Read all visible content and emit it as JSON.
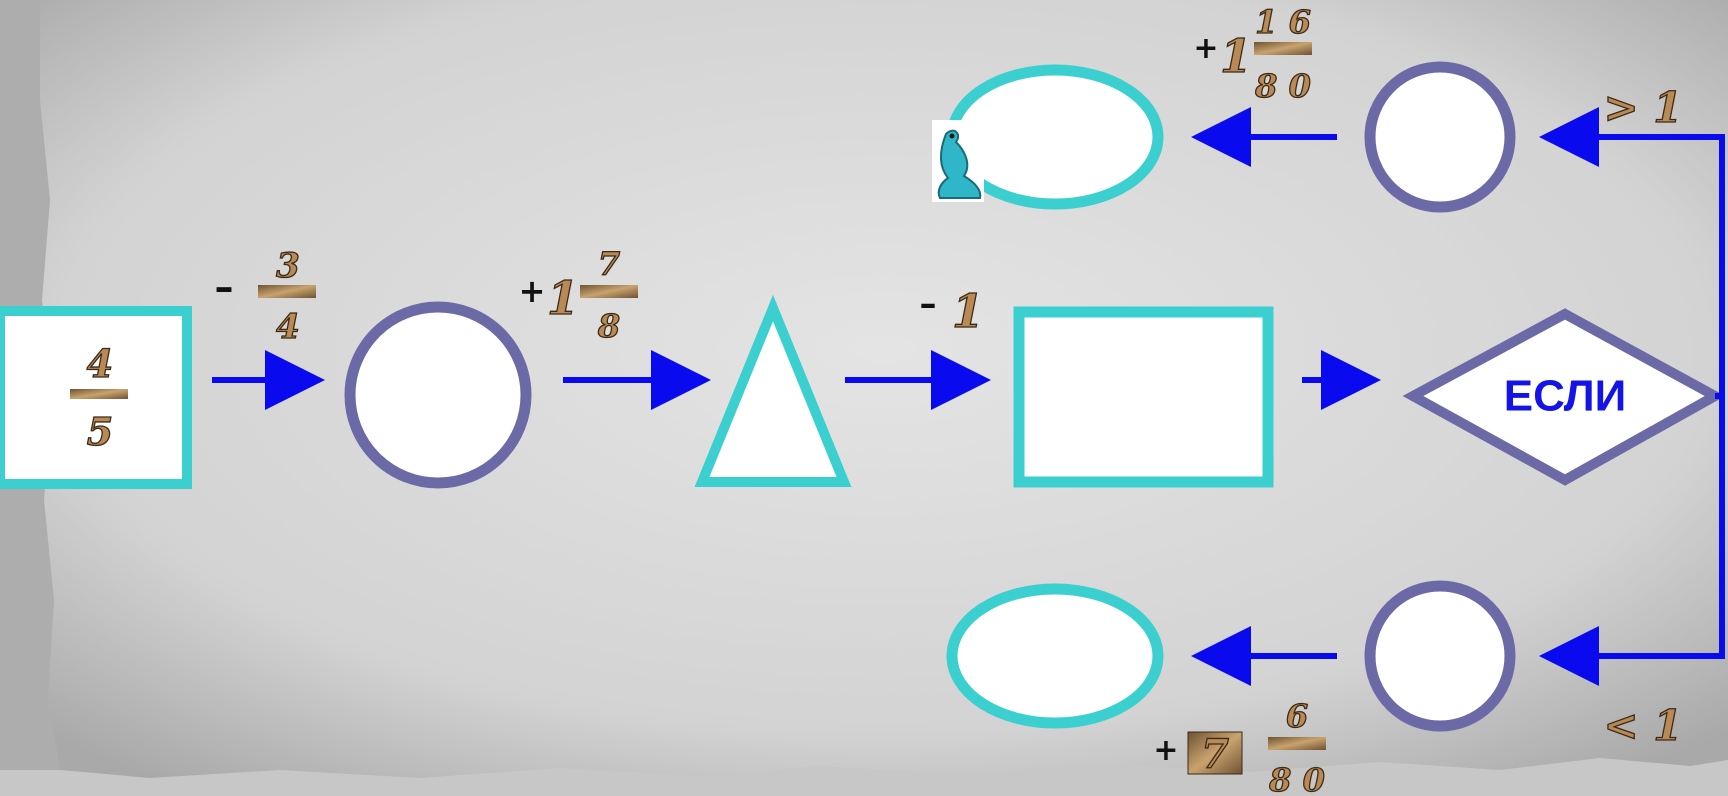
{
  "colors": {
    "cyan": "#3ccfcf",
    "purple": "#6b6aa6",
    "arrow": "#0a0aee",
    "paper": "#dcdcdc"
  },
  "start": {
    "numerator": "4",
    "denominator": "5"
  },
  "step1": {
    "op": "–",
    "numerator": "3",
    "denominator": "4"
  },
  "step2": {
    "op": "+",
    "whole": "1",
    "numerator": "7",
    "denominator": "8"
  },
  "step3": {
    "op": "–",
    "whole": "1"
  },
  "decision": {
    "label": "ЕСЛИ"
  },
  "branch_gt": {
    "condition": "> 1",
    "op": "+",
    "whole": "1",
    "numerator": "1 6",
    "denominator": "8 0"
  },
  "branch_lt": {
    "condition": "< 1",
    "op": "+",
    "whole": "7",
    "numerator": "6",
    "denominator": "8 0"
  },
  "icons": {
    "mascot": "dinosaur-icon"
  }
}
